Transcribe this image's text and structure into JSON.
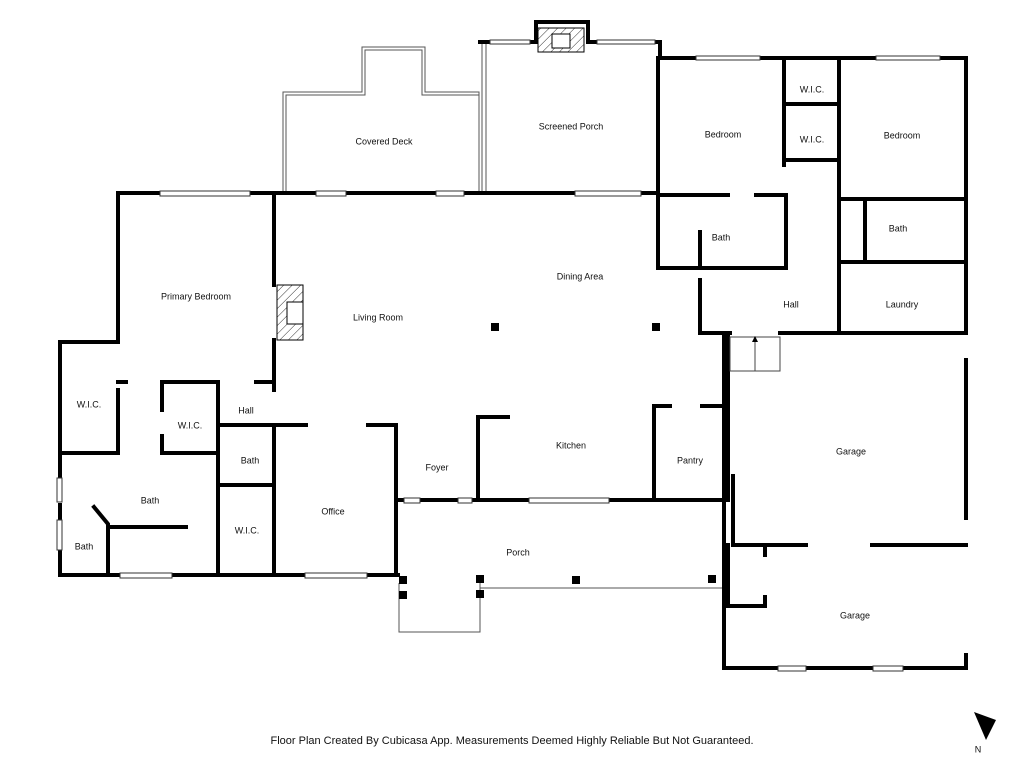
{
  "rooms": {
    "covered_deck": "Covered Deck",
    "screened_porch": "Screened Porch",
    "bedroom_1": "Bedroom",
    "bedroom_2": "Bedroom",
    "wic_top_1": "W.I.C.",
    "wic_top_2": "W.I.C.",
    "bath_top_1": "Bath",
    "bath_top_2": "Bath",
    "dining_area": "Dining Area",
    "hall_right": "Hall",
    "laundry": "Laundry",
    "primary_bedroom": "Primary Bedroom",
    "living_room": "Living Room",
    "wic_left": "W.I.C.",
    "wic_mid": "W.I.C.",
    "hall_left": "Hall",
    "bath_left_small": "Bath",
    "bath_primary": "Bath",
    "bath_corner": "Bath",
    "wic_lower": "W.I.C.",
    "office": "Office",
    "foyer": "Foyer",
    "kitchen": "Kitchen",
    "pantry": "Pantry",
    "garage_1": "Garage",
    "garage_2": "Garage",
    "porch": "Porch"
  },
  "footer": {
    "disclaimer": "Floor Plan Created By Cubicasa App. Measurements Deemed Highly Reliable But Not Guaranteed."
  },
  "compass": {
    "north_label": "N"
  }
}
